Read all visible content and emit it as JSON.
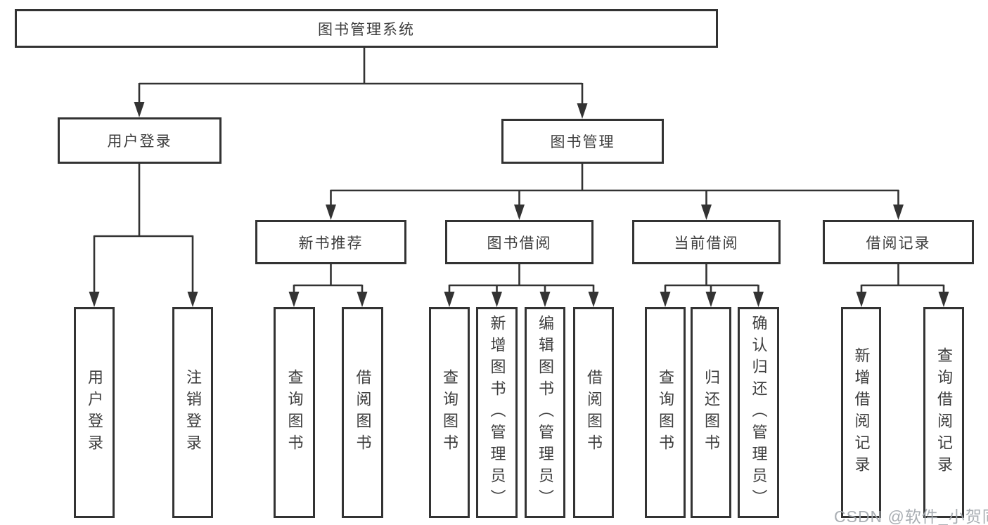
{
  "diagram": {
    "title": "图书管理系统",
    "branches": [
      {
        "label": "用户登录",
        "children": [
          "用户登录",
          "注销登录"
        ]
      },
      {
        "label": "图书管理",
        "children": [
          {
            "label": "新书推荐",
            "children": [
              "查询图书",
              "借阅图书"
            ]
          },
          {
            "label": "图书借阅",
            "children": [
              "查询图书",
              "新增图书（管理员）",
              "编辑图书（管理员）",
              "借阅图书"
            ]
          },
          {
            "label": "当前借阅",
            "children": [
              "查询图书",
              "归还图书",
              "确认归还（管理员）"
            ]
          },
          {
            "label": "借阅记录",
            "children": [
              "新增借阅记录",
              "查询借阅记录"
            ]
          }
        ]
      }
    ]
  },
  "watermark": {
    "text": "CSDN @软件_小贺同学"
  },
  "colors": {
    "line": "#333333",
    "border": "#333333",
    "text": "#3d3d3d",
    "watermark": "#a2a7ad",
    "background": "#ffffff"
  }
}
